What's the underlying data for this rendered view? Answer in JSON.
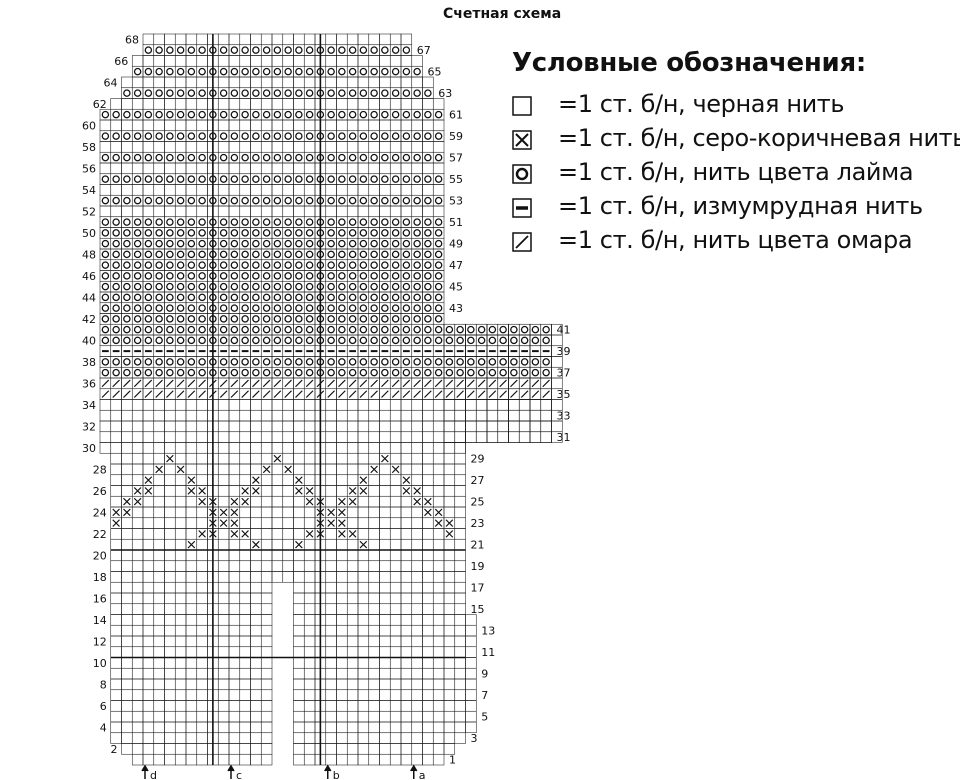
{
  "title": "Счетная схема",
  "legend": {
    "heading": "Условные обозначения:",
    "items": [
      {
        "symbol": "empty-square",
        "label": "=1 ст. б/н, черная нить"
      },
      {
        "symbol": "cross",
        "label": "=1 ст. б/н, серо-коричневая нить"
      },
      {
        "symbol": "circle",
        "label": "=1 ст. б/н, нить цвета лайма"
      },
      {
        "symbol": "dash",
        "label": "=1 ст. б/н, измумрудная нить"
      },
      {
        "symbol": "slash",
        "label": "=1 ст. б/н, нить цвета омара"
      }
    ]
  },
  "chart": {
    "row_numbers_left": [
      "2",
      "4",
      "6",
      "8",
      "10",
      "12",
      "14",
      "16",
      "18",
      "20",
      "22",
      "24",
      "26",
      "28",
      "30",
      "32",
      "34",
      "36",
      "38",
      "40",
      "42",
      "44",
      "46",
      "48",
      "50",
      "52",
      "54",
      "56",
      "58",
      "60",
      "62",
      "64",
      "66",
      "68"
    ],
    "row_numbers_right": [
      "1",
      "3",
      "5",
      "7",
      "9",
      "11",
      "13",
      "15",
      "17",
      "19",
      "21",
      "23",
      "25",
      "27",
      "29",
      "31",
      "33",
      "35",
      "37",
      "39",
      "41",
      "43",
      "45",
      "47",
      "49",
      "51",
      "53",
      "55",
      "57",
      "59",
      "61",
      "63",
      "65",
      "67"
    ],
    "markers": [
      "d",
      "c",
      "b",
      "a"
    ],
    "stitch_rows": [
      {
        "rows": [
          35,
          36
        ],
        "symbol": "slash"
      },
      {
        "rows": [
          37,
          38
        ],
        "symbol": "circle"
      },
      {
        "rows": [
          39
        ],
        "symbol": "dash"
      },
      {
        "rows": [
          40,
          41,
          42,
          43,
          44,
          45,
          46,
          47,
          48,
          49,
          50,
          51
        ],
        "symbol": "circle"
      },
      {
        "rows": [
          53,
          55,
          57,
          59,
          61,
          63,
          65,
          67
        ],
        "symbol": "circle"
      },
      {
        "rows": [
          21,
          22,
          23,
          24,
          25,
          26,
          27,
          28,
          29
        ],
        "symbol": "cross",
        "pattern": "zigzag"
      }
    ]
  }
}
